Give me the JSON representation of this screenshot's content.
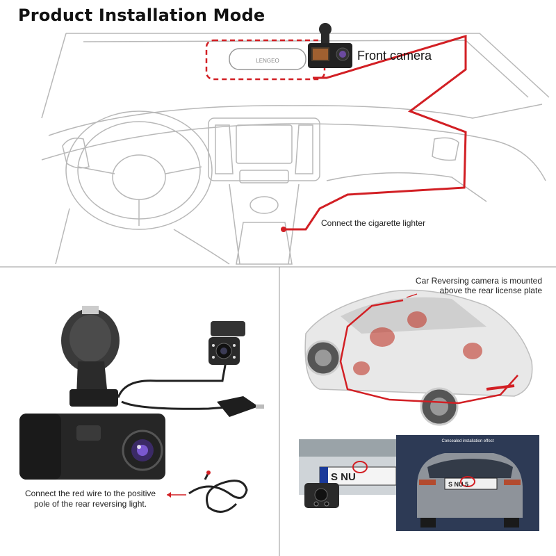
{
  "title": "Product Installation Mode",
  "labels": {
    "front_camera": "Front camera",
    "cigarette_lighter": "Connect the cigarette lighter",
    "rear_camera_line1": "Car Reversing camera is mounted",
    "rear_camera_line2": "above the rear license plate",
    "red_wire_line1": "Connect the red wire to the positive",
    "red_wire_line2": "pole of the rear reversing light.",
    "concealed": "Concealed installation effect",
    "mirror_brand": "LENGEO",
    "plate_text_1": "S NU",
    "plate_text_2": "S NU 5"
  },
  "colors": {
    "accent_red": "#d21f24",
    "line_gray": "#b8b8b8",
    "divider": "#9a9a9a",
    "camera_body": "#2a2a2a"
  }
}
